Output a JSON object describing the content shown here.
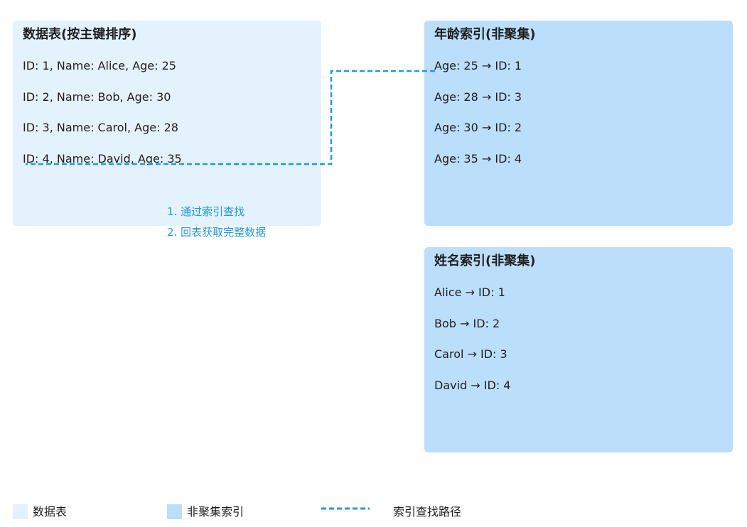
{
  "colors": {
    "table_fill": "#e3f2fd",
    "index_fill": "#bbdefb",
    "path_stroke": "#2196f3"
  },
  "table_panel": {
    "title": "数据表(按主键排序)",
    "rows": [
      "ID: 1, Name: Alice, Age: 25",
      "ID: 2, Name: Bob, Age: 30",
      "ID: 3, Name: Carol, Age: 28",
      "ID: 4, Name: David, Age: 35"
    ]
  },
  "age_index": {
    "title": "年龄索引(非聚集)",
    "rows": [
      "Age: 25 → ID: 1",
      "Age: 28 → ID: 3",
      "Age: 30 → ID: 2",
      "Age: 35 → ID: 4"
    ]
  },
  "name_index": {
    "title": "姓名索引(非聚集)",
    "rows": [
      "Alice → ID: 1",
      "Bob → ID: 2",
      "Carol → ID: 3",
      "David → ID: 4"
    ]
  },
  "lookup_steps": [
    "1. 通过索引查找",
    "2. 回表获取完整数据"
  ],
  "legend": {
    "table": "数据表",
    "index": "非聚集索引",
    "path": "索引查找路径"
  }
}
